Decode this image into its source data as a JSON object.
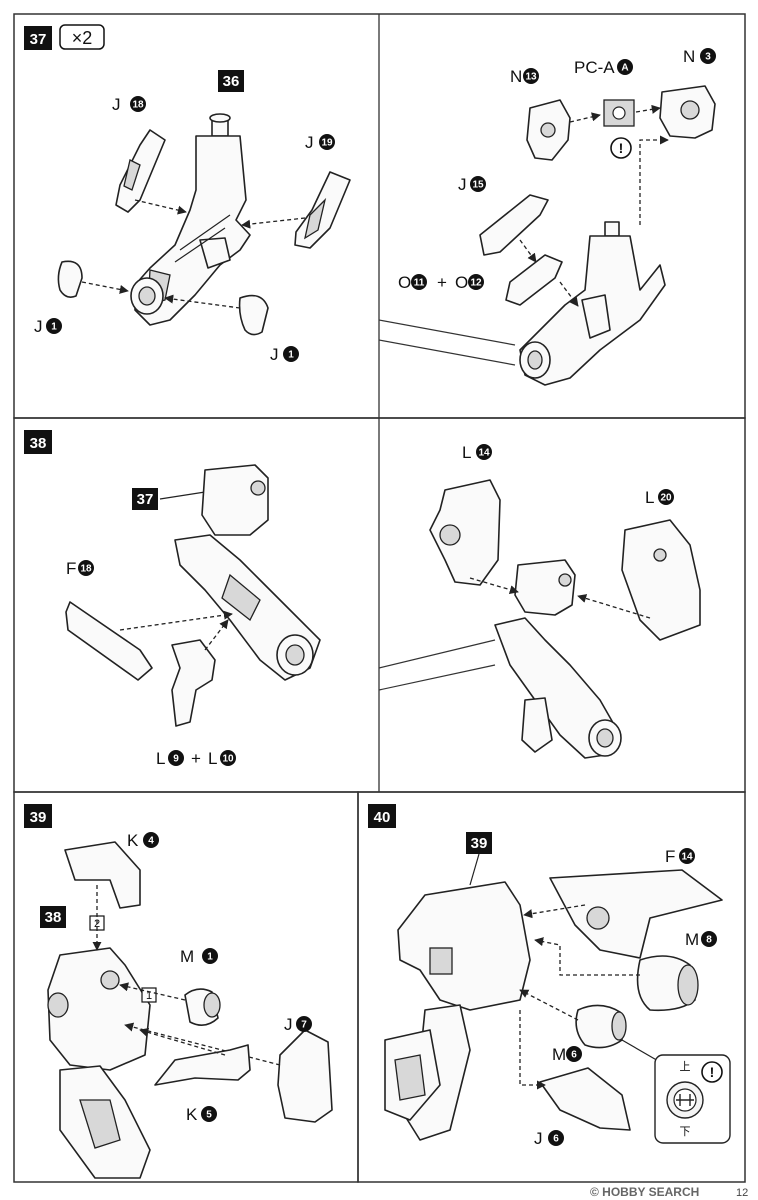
{
  "steps": {
    "s37": {
      "number": "37",
      "multiplier": "×2",
      "ref": "36"
    },
    "s38": {
      "number": "38",
      "ref": "37"
    },
    "s39": {
      "number": "39",
      "ref": "38",
      "order1": "1",
      "order2": "2"
    },
    "s40": {
      "number": "40",
      "ref": "39"
    }
  },
  "parts": {
    "s37_left": [
      {
        "letter": "J",
        "num": "18"
      },
      {
        "letter": "J",
        "num": "19"
      },
      {
        "letter": "J",
        "num": "1"
      },
      {
        "letter": "J",
        "num": "1"
      }
    ],
    "s37_right": {
      "n13": {
        "letter": "N",
        "num": "13"
      },
      "pca": {
        "letter": "PC-A",
        "num": "A"
      },
      "n3": {
        "letter": "N",
        "num": "3"
      },
      "j15": {
        "letter": "J",
        "num": "15"
      },
      "o11": {
        "letter": "O",
        "num": "11"
      },
      "o12": {
        "letter": "O",
        "num": "12"
      },
      "plus": "+"
    },
    "s38_left": {
      "f18": {
        "letter": "F",
        "num": "18"
      },
      "l9": {
        "letter": "L",
        "num": "9"
      },
      "l10": {
        "letter": "L",
        "num": "10"
      },
      "plus": "+"
    },
    "s38_right": {
      "l14": {
        "letter": "L",
        "num": "14"
      },
      "l20": {
        "letter": "L",
        "num": "20"
      }
    },
    "s39": {
      "k4": {
        "letter": "K",
        "num": "4"
      },
      "m1": {
        "letter": "M",
        "num": "1"
      },
      "j7": {
        "letter": "J",
        "num": "7"
      },
      "k5": {
        "letter": "K",
        "num": "5"
      }
    },
    "s40": {
      "f14": {
        "letter": "F",
        "num": "14"
      },
      "m8": {
        "letter": "M",
        "num": "8"
      },
      "m6": {
        "letter": "M",
        "num": "6"
      },
      "j6": {
        "letter": "J",
        "num": "6"
      },
      "up": "上",
      "down": "下"
    }
  },
  "footer": {
    "watermark": "© HOBBY SEARCH",
    "page": "12"
  }
}
